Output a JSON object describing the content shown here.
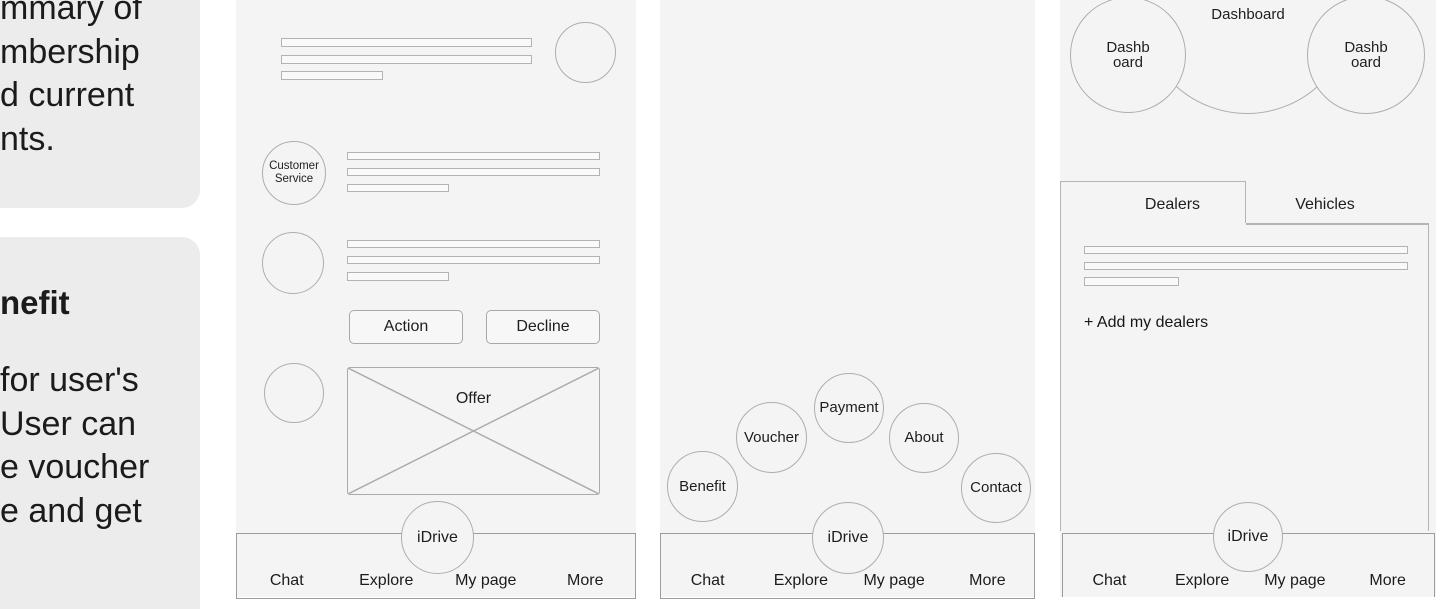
{
  "colors": {
    "canvas_bg": "#ffffff",
    "frame_bg": "#f4f4f4",
    "note_bg": "#ececec",
    "wireframe_stroke": "#aeaeae",
    "nav_stroke": "#9c9c9c",
    "text": "#1e1e1e"
  },
  "sticky_notes": {
    "summary_note": {
      "text": "mmary of\nmbership\nd current\nnts."
    },
    "benefit_note": {
      "heading": "nefit",
      "body": "for user's\nUser can\ne voucher\ne and get"
    }
  },
  "membership_screen": {
    "customer_service_bubble": "Customer\nService",
    "action_button": "Action",
    "decline_button": "Decline",
    "offer_placeholder": "Offer",
    "idrive_button": "iDrive",
    "nav_items": [
      "Chat",
      "Explore",
      "My page",
      "More"
    ]
  },
  "menu_screen": {
    "bubbles": [
      "Benefit",
      "Voucher",
      "Payment",
      "About",
      "Contact"
    ],
    "idrive_button": "iDrive",
    "nav_items": [
      "Chat",
      "Explore",
      "My page",
      "More"
    ]
  },
  "dashboard_screen": {
    "title": "Dashboard",
    "left_bubble": "Dashb\noard",
    "right_bubble": "Dashb\noard",
    "tab_dealers": "Dealers",
    "tab_vehicles": "Vehicles",
    "add_dealers_link": "+ Add my dealers",
    "idrive_button": "iDrive",
    "nav_items": [
      "Chat",
      "Explore",
      "My page",
      "More"
    ]
  }
}
